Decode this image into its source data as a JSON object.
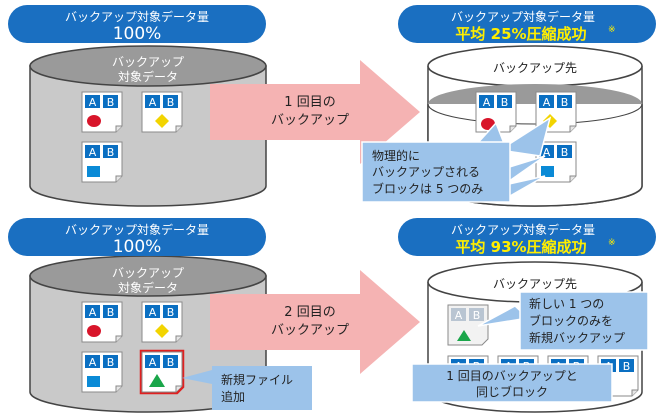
{
  "colors": {
    "pill_blue": "#1a6fc1",
    "cylinder_gray": "#c9c9c9",
    "cylinder_top": "#9a9a9a",
    "arrow_pink": "#f5b3b3",
    "callout_blue": "#9cc3ea",
    "accent_yellow": "#ffee00",
    "doc_letter_blue": "#0a6fc2",
    "red_highlight": "#e02020"
  },
  "top": {
    "left_pill": {
      "line1": "バックアップ対象データ量",
      "line2": "100%"
    },
    "right_pill": {
      "line1": "バックアップ対象データ量",
      "line2": "平均 25%圧縮成功",
      "note": "※"
    },
    "source_label": {
      "line1": "バックアップ",
      "line2": "対象データ"
    },
    "arrow": {
      "line1": "1 回目の",
      "line2": "バックアップ"
    },
    "dest_label": "バックアップ先",
    "callout": {
      "line1": "物理的に",
      "line2": "バックアップされる",
      "line3": "ブロックは 5 つのみ"
    }
  },
  "bottom": {
    "left_pill": {
      "line1": "バックアップ対象データ量",
      "line2": "100%"
    },
    "right_pill": {
      "line1": "バックアップ対象データ量",
      "line2": "平均 93%圧縮成功",
      "note": "※"
    },
    "source_label": {
      "line1": "バックアップ",
      "line2": "対象データ"
    },
    "arrow": {
      "line1": "2 回目の",
      "line2": "バックアップ"
    },
    "dest_label": "バックアップ先",
    "callout_new": {
      "line1": "新しい 1 つの",
      "line2": "ブロックのみを",
      "line3": "新規バックアップ"
    },
    "callout_same": {
      "line1": "1 回目のバックアップと",
      "line2": "同じブロック"
    },
    "callout_file": {
      "line1": "新規ファイル",
      "line2": "追加"
    }
  },
  "doc_letters": {
    "a": "A",
    "b": "B"
  }
}
